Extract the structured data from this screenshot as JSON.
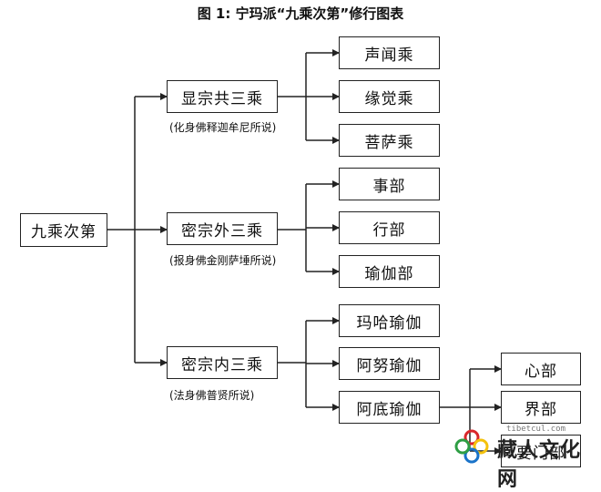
{
  "title": "图 1: 宁玛派“九乘次第”修行图表",
  "root": "九乘次第",
  "level1": [
    {
      "label": "显宗共三乘",
      "note": "(化身佛释迦牟尼所说)"
    },
    {
      "label": "密宗外三乘",
      "note": "(报身佛金刚萨埵所说)"
    },
    {
      "label": "密宗内三乘",
      "note": "(法身佛普贤所说)"
    }
  ],
  "level2": [
    "声闻乘",
    "缘觉乘",
    "菩萨乘",
    "事部",
    "行部",
    "瑜伽部",
    "玛哈瑜伽",
    "阿努瑜伽",
    "阿底瑜伽"
  ],
  "level3": [
    "心部",
    "界部",
    "要门部"
  ],
  "watermark": {
    "text": "藏人文化网",
    "url": "tibetcul.com",
    "logo_colors": [
      "#d9262a",
      "#f4c20d",
      "#1a73c9",
      "#2e9e44"
    ]
  },
  "colors": {
    "line": "#222222",
    "box_border": "#222222"
  }
}
